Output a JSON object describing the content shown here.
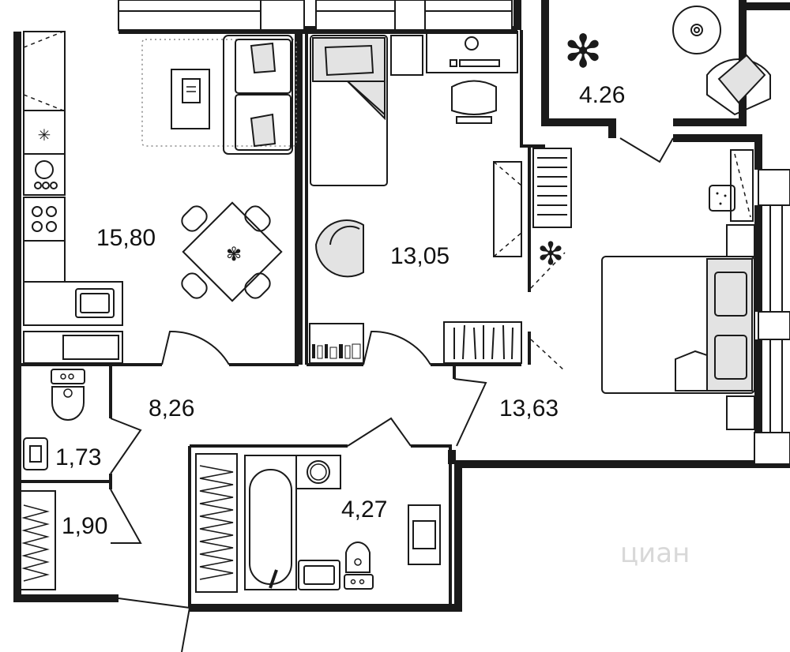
{
  "rooms": [
    {
      "id": "kitchen-living",
      "area": "15,80"
    },
    {
      "id": "bedroom-1",
      "area": "13,05"
    },
    {
      "id": "balcony",
      "area": "4.26"
    },
    {
      "id": "bedroom-2",
      "area": "13,63"
    },
    {
      "id": "hallway",
      "area": "8,26"
    },
    {
      "id": "toilet",
      "area": "1,73"
    },
    {
      "id": "wardrobe",
      "area": "1,90"
    },
    {
      "id": "bathroom",
      "area": "4,27"
    }
  ],
  "watermark": {
    "text": "циан"
  },
  "icons": [
    "plant-icon",
    "laptop-icon",
    "toilet-icon",
    "bathtub-icon",
    "sink-icon",
    "washing-machine-icon",
    "stove-icon",
    "bed-icon"
  ]
}
